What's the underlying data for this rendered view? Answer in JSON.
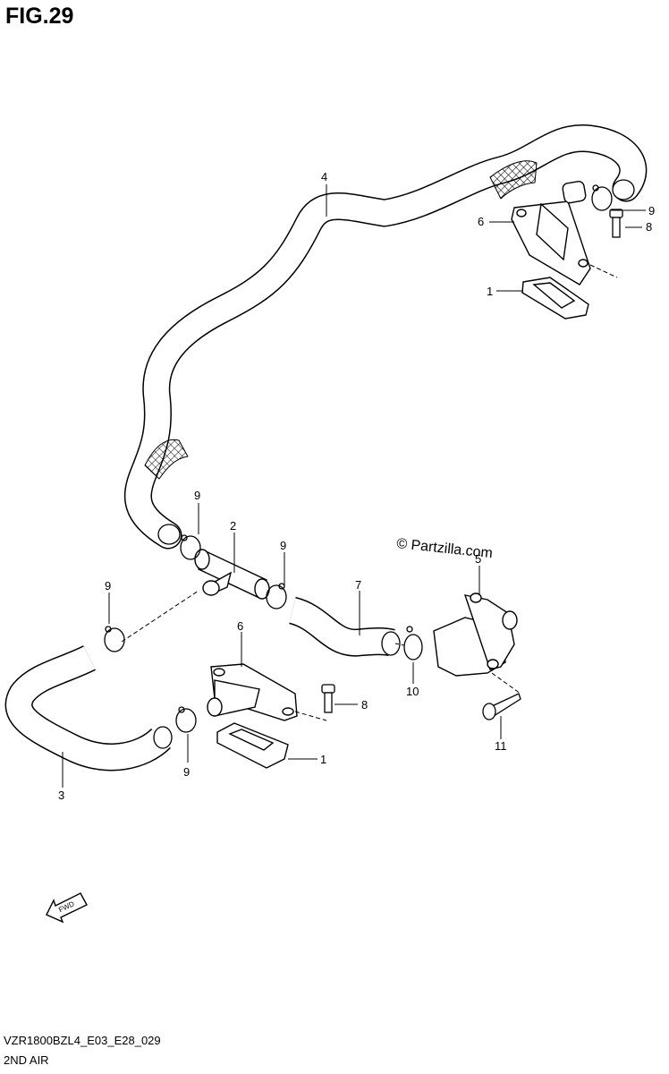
{
  "figure": {
    "title": "FIG.29",
    "watermark": "© Partzilla.com",
    "fwd_label": "FWD"
  },
  "callouts": {
    "c4": "4",
    "c9a": "9",
    "c6a": "6",
    "c8a": "8",
    "c1a": "1",
    "c9b": "9",
    "c2": "2",
    "c9c": "9",
    "c9d": "9",
    "c7": "7",
    "c5": "5",
    "c6b": "6",
    "c8b": "8",
    "c10": "10",
    "c11": "11",
    "c9e": "9",
    "c1b": "1",
    "c3": "3"
  },
  "footer": {
    "code": "VZR1800BZL4_E03_E28_029",
    "subtitle": "2ND AIR"
  }
}
